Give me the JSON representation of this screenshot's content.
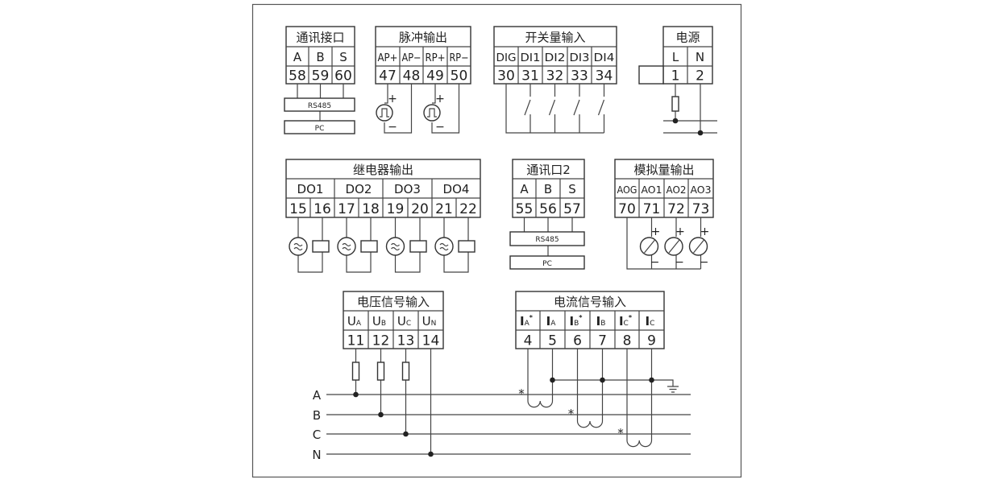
{
  "blocks": {
    "comm1": {
      "title": "通讯接口",
      "labels": [
        "A",
        "B",
        "S"
      ],
      "terminals": [
        "58",
        "59",
        "60"
      ],
      "bus": "RS485",
      "host": "PC"
    },
    "pulse": {
      "title": "脉冲输出",
      "labels": [
        "AP+",
        "AP−",
        "RP+",
        "RP−"
      ],
      "terminals": [
        "47",
        "48",
        "49",
        "50"
      ]
    },
    "switch": {
      "title": "开关量输入",
      "labels": [
        "DIG",
        "DI1",
        "DI2",
        "DI3",
        "DI4"
      ],
      "terminals": [
        "30",
        "31",
        "32",
        "33",
        "34"
      ]
    },
    "power": {
      "title": "电源",
      "labels": [
        "L",
        "N"
      ],
      "terminals": [
        "1",
        "2"
      ]
    },
    "relay": {
      "title": "继电器输出",
      "labels": [
        "DO1",
        "DO2",
        "DO3",
        "DO4"
      ],
      "terminals": [
        "15",
        "16",
        "17",
        "18",
        "19",
        "20",
        "21",
        "22"
      ]
    },
    "comm2": {
      "title": "通讯口2",
      "labels": [
        "A",
        "B",
        "S"
      ],
      "terminals": [
        "55",
        "56",
        "57"
      ],
      "bus": "RS485",
      "host": "PC"
    },
    "analog": {
      "title": "模拟量输出",
      "labels": [
        "AOG",
        "AO1",
        "AO2",
        "AO3"
      ],
      "terminals": [
        "70",
        "71",
        "72",
        "73"
      ]
    },
    "voltage": {
      "title": "电压信号输入",
      "labels": [
        {
          "main": "U",
          "sub": "A"
        },
        {
          "main": "U",
          "sub": "B"
        },
        {
          "main": "U",
          "sub": "C"
        },
        {
          "main": "U",
          "sub": "N"
        }
      ],
      "terminals": [
        "11",
        "12",
        "13",
        "14"
      ]
    },
    "current": {
      "title": "电流信号输入",
      "labels": [
        {
          "main": "I",
          "sub": "A",
          "star": "*"
        },
        {
          "main": "I",
          "sub": "A"
        },
        {
          "main": "I",
          "sub": "B",
          "star": "*"
        },
        {
          "main": "I",
          "sub": "B"
        },
        {
          "main": "I",
          "sub": "C",
          "star": "*"
        },
        {
          "main": "I",
          "sub": "C"
        }
      ],
      "terminals": [
        "4",
        "5",
        "6",
        "7",
        "8",
        "9"
      ]
    }
  },
  "phases": [
    "A",
    "B",
    "C",
    "N"
  ],
  "symbols": {
    "plus": "+",
    "minus": "−",
    "star": "*"
  }
}
